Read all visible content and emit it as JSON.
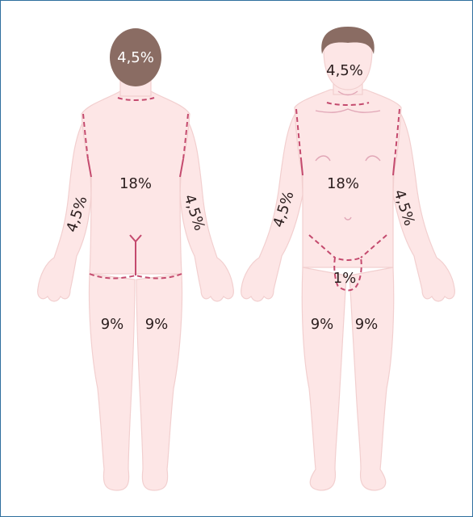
{
  "colors": {
    "frame_border": "#2f6f9e",
    "skin": "#fde6e6",
    "hair": "#8a6c63",
    "region_line": "#c44a6e",
    "label": "#2a1d1d"
  },
  "back_view": {
    "head": "4,5%",
    "trunk": "18%",
    "left_arm": "4,5%",
    "right_arm": "4,5%",
    "left_leg": "9%",
    "right_leg": "9%"
  },
  "front_view": {
    "head": "4,5%",
    "trunk": "18%",
    "left_arm": "4,5%",
    "right_arm": "4,5%",
    "genitals": "1%",
    "left_leg": "9%",
    "right_leg": "9%"
  }
}
